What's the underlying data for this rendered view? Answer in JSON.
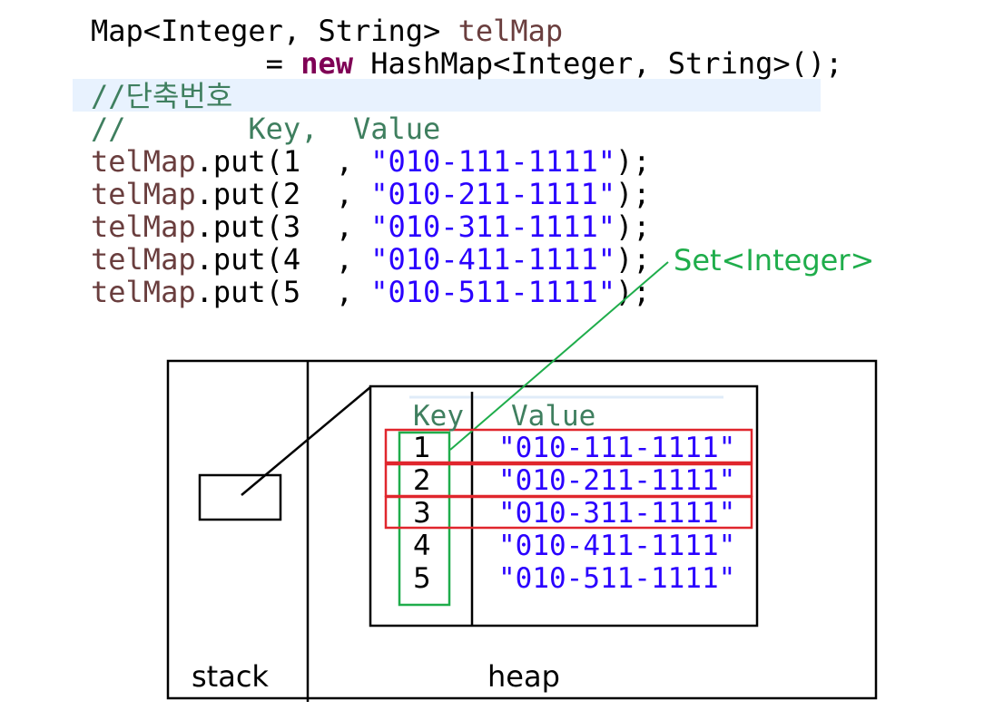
{
  "code": {
    "line1_type": "Map<Integer, String> ",
    "line1_var": "telMap",
    "line2_prefix": "          = ",
    "line2_kw": "new",
    "line2_rest": " HashMap<Integer, String>();",
    "comment1": "//단축번호",
    "comment2": "//       Key,  Value",
    "put_calls": [
      {
        "var": "telMap",
        "call": ".put(1  , ",
        "str": "\"010-111-1111\"",
        "end": ");"
      },
      {
        "var": "telMap",
        "call": ".put(2  , ",
        "str": "\"010-211-1111\"",
        "end": ");"
      },
      {
        "var": "telMap",
        "call": ".put(3  , ",
        "str": "\"010-311-1111\"",
        "end": ");"
      },
      {
        "var": "telMap",
        "call": ".put(4  , ",
        "str": "\"010-411-1111\"",
        "end": ");"
      },
      {
        "var": "telMap",
        "call": ".put(5  , ",
        "str": "\"010-511-1111\"",
        "end": ");"
      }
    ]
  },
  "diagram": {
    "set_label": "Set<Integer>",
    "stack_label": "stack",
    "heap_label": "heap",
    "table_header_key": "Key",
    "table_header_value": "Value",
    "keys": [
      "1",
      "2",
      "3",
      "4",
      "5"
    ],
    "values": [
      "\"010-111-1111\"",
      "\"010-211-1111\"",
      "\"010-311-1111\"",
      "\"010-411-1111\"",
      "\"010-511-1111\""
    ]
  },
  "colors": {
    "keyword": "#7f0055",
    "variable": "#6a3e3e",
    "string": "#2a00ff",
    "comment": "#3f7f5f",
    "set_green": "#1fad4b",
    "highlight_red": "#e0262d",
    "line_highlight": "#e8f2fe"
  }
}
